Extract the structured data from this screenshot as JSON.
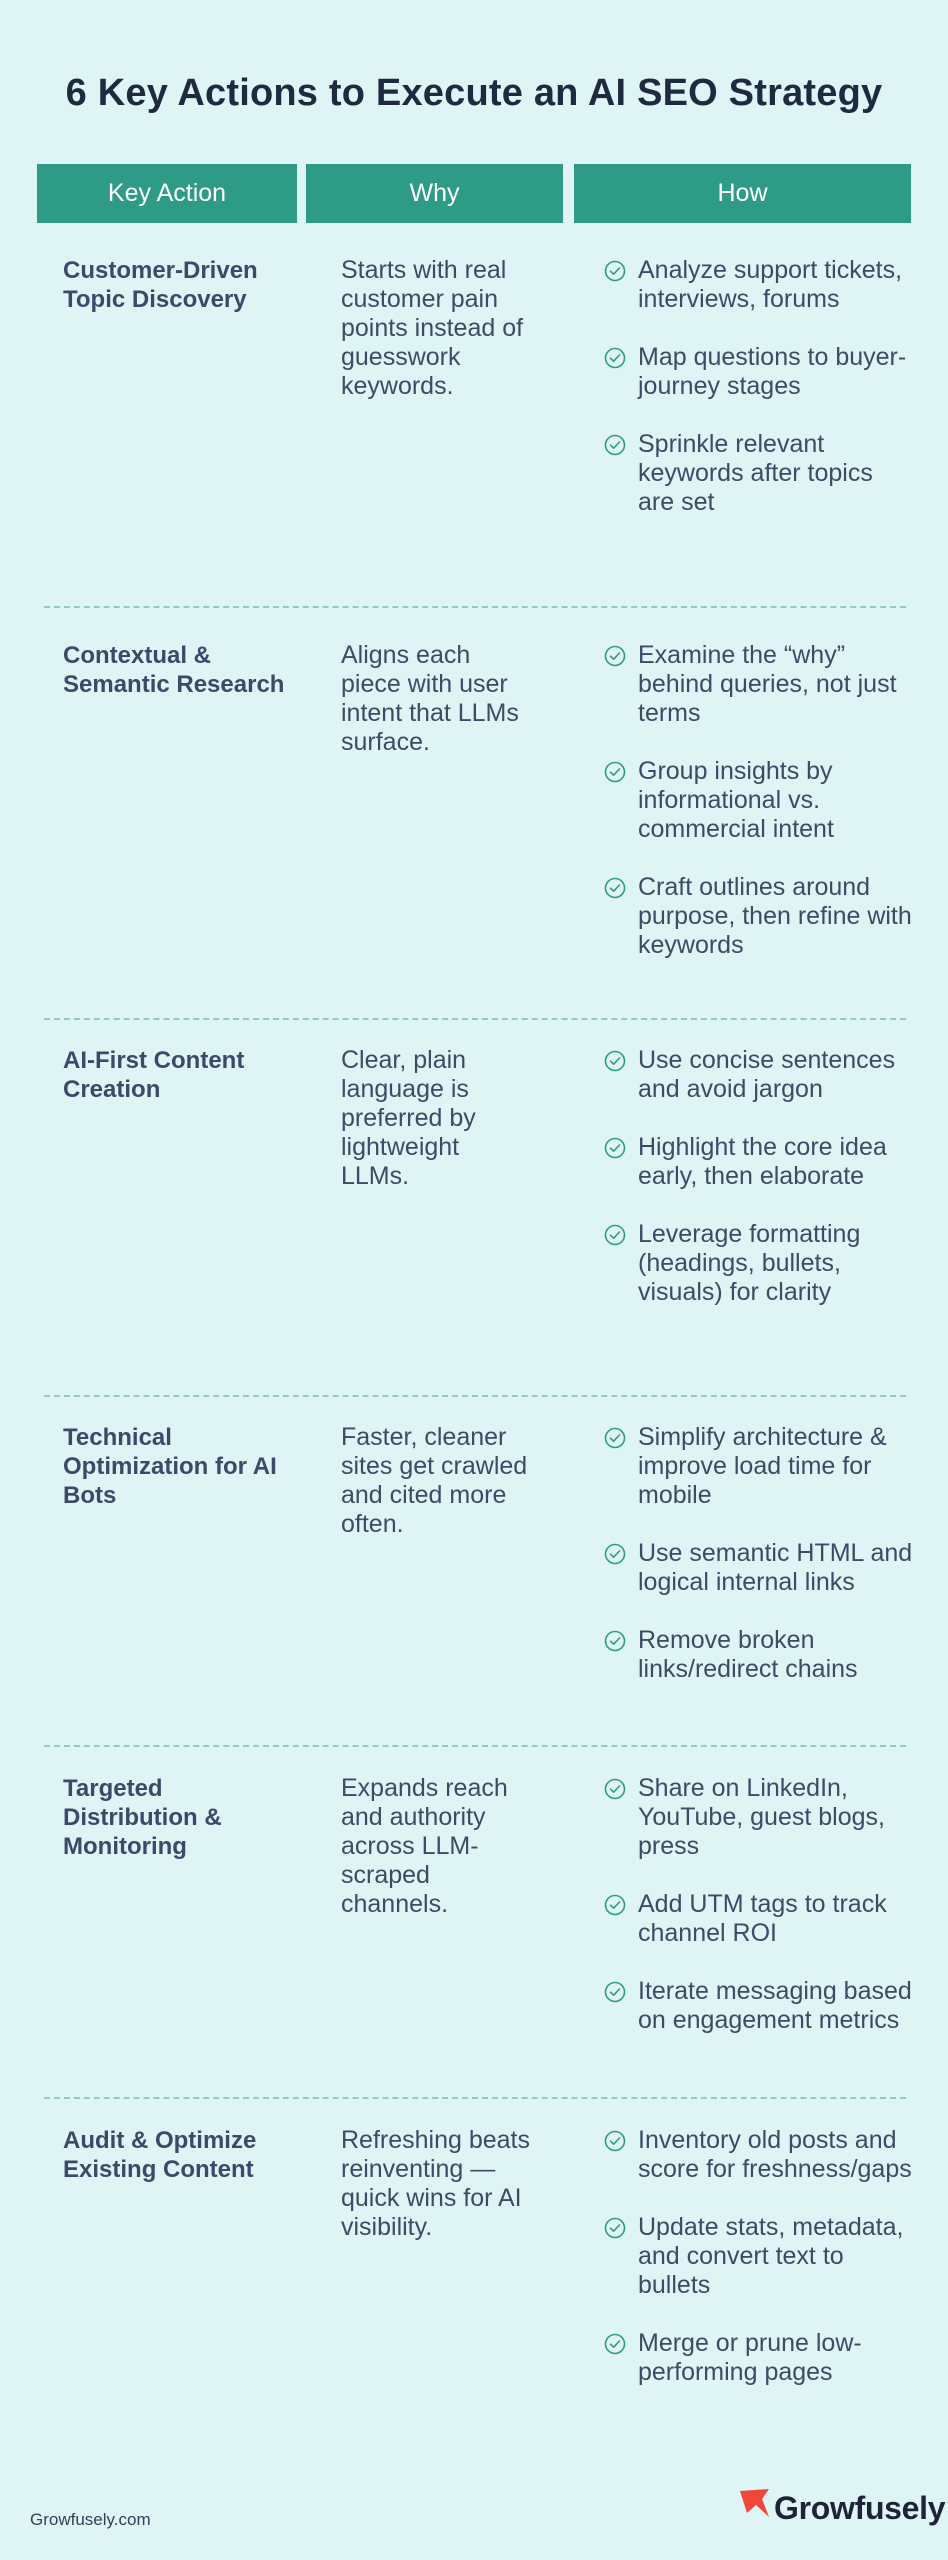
{
  "title": "6 Key Actions to Execute an AI SEO Strategy",
  "headers": [
    "Key Action",
    "Why",
    "How"
  ],
  "rows": [
    {
      "action": "Customer-Driven Topic Discovery",
      "why": "Starts with real customer pain points instead of guesswork keywords.",
      "how": [
        "Analyze support tickets, interviews, forums",
        "Map questions to buyer-journey stages",
        "Sprinkle relevant keywords after topics are set"
      ]
    },
    {
      "action": "Contextual & Semantic Research",
      "why": "Aligns each piece with user intent that LLMs surface.",
      "how": [
        "Examine the “why” behind queries, not just terms",
        "Group insights by informational vs. commercial intent",
        "Craft outlines around purpose, then refine with keywords"
      ]
    },
    {
      "action": "AI-First Content Creation",
      "why": "Clear, plain language is preferred by lightweight LLMs.",
      "how": [
        "Use concise sentences and avoid jargon",
        "Highlight the core idea early, then elaborate",
        "Leverage formatting (headings, bullets, visuals) for clarity"
      ]
    },
    {
      "action": "Technical Optimization for AI Bots",
      "why": "Faster, cleaner sites get crawled and cited more often.",
      "how": [
        "Simplify architecture & improve load time for mobile",
        "Use semantic HTML and logical internal links",
        "Remove broken links/redirect chains"
      ]
    },
    {
      "action": "Targeted Distribution & Monitoring",
      "why": "Expands reach and authority across LLM-scraped channels.",
      "how": [
        "Share on LinkedIn, YouTube, guest blogs, press",
        "Add UTM tags to track channel ROI",
        "Iterate messaging based on engagement metrics"
      ]
    },
    {
      "action": "Audit & Optimize Existing Content",
      "why": "Refreshing beats reinventing — quick wins for AI visibility.",
      "how": [
        "Inventory old posts and score for freshness/gaps",
        "Update stats, metadata, and convert text to bullets",
        "Merge or prune low-performing pages"
      ]
    }
  ],
  "footer": {
    "url": "Growfusely.com",
    "brand": "Growfusely"
  },
  "colors": {
    "background": "#dff4f4",
    "header": "#2e9b87",
    "accent": "#2e9b87",
    "divider": "#8fcfb7",
    "logo": "#f0473a"
  },
  "icons": {
    "bullet": "check-circle-icon",
    "logo": "arrow-logo-icon"
  }
}
